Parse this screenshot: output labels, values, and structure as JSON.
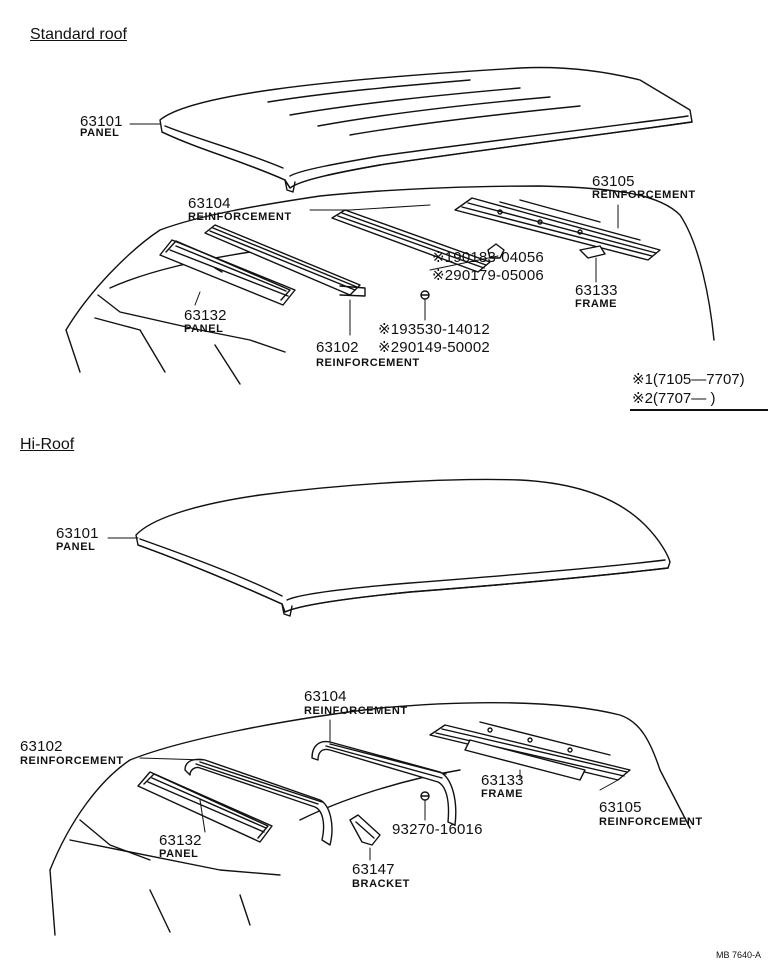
{
  "sections": {
    "standard": "Standard roof",
    "hiroof": "Hi-Roof"
  },
  "standard_parts": {
    "p63101": {
      "no": "63101",
      "name": "PANEL"
    },
    "p63104": {
      "no": "63104",
      "name": "REINFORCEMENT"
    },
    "p63105": {
      "no": "63105",
      "name": "REINFORCEMENT"
    },
    "p63132": {
      "no": "63132",
      "name": "PANEL"
    },
    "p63133": {
      "no": "63133",
      "name": "FRAME"
    },
    "p63102": {
      "no": "63102",
      "name": "REINFORCEMENT"
    },
    "screw_a1": "※190183-04056",
    "screw_a2": "※290179-05006",
    "screw_b1": "※193530-14012",
    "screw_b2": "※290149-50002"
  },
  "legend": {
    "line1": "※1(7105—7707)",
    "line2": "※2(7707—      )"
  },
  "hiroof_parts": {
    "p63101": {
      "no": "63101",
      "name": "PANEL"
    },
    "p63104": {
      "no": "63104",
      "name": "REINFORCEMENT"
    },
    "p63102": {
      "no": "63102",
      "name": "REINFORCEMENT"
    },
    "p63133": {
      "no": "63133",
      "name": "FRAME"
    },
    "p63105": {
      "no": "63105",
      "name": "REINFORCEMENT"
    },
    "p63132": {
      "no": "63132",
      "name": "PANEL"
    },
    "bolt": "93270-16016",
    "p63147": {
      "no": "63147",
      "name": "BRACKET"
    }
  },
  "footer": "MB  7640-A"
}
